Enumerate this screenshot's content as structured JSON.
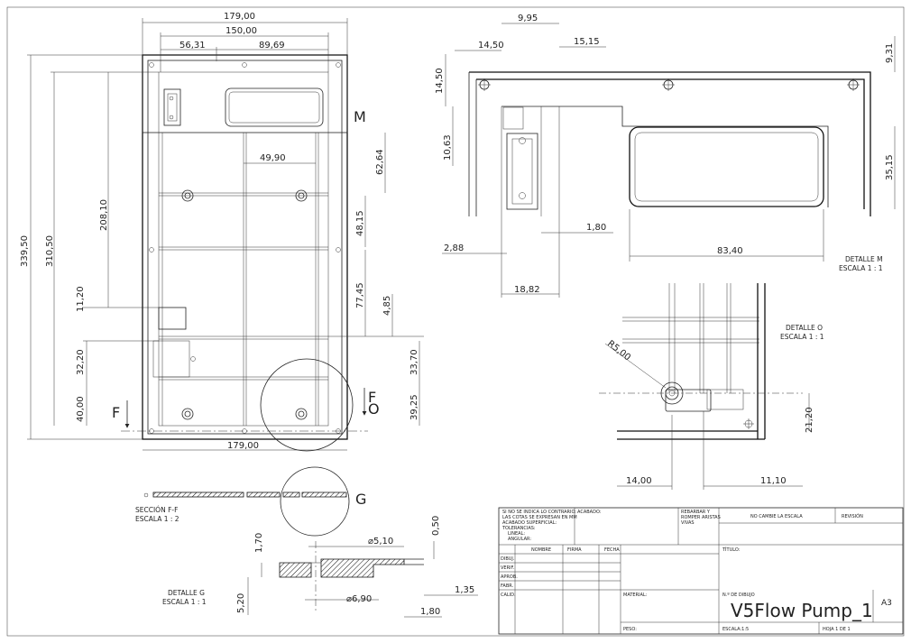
{
  "views": {
    "main": {
      "dims": {
        "overall_width_top": "179,00",
        "inner_width": "150,00",
        "left_offset": "56,31",
        "mid_offset": "89,69",
        "overall_width_bottom": "179,00",
        "rib_gap": "49,90",
        "height_overall": "339,50",
        "height_inner": "310,50",
        "height_208": "208,10",
        "height_11": "11,20",
        "height_32": "32,20",
        "height_40": "40,00",
        "v_62": "62,64",
        "v_48": "48,15",
        "v_77": "77,45",
        "v_4": "4,85",
        "v_33": "33,70",
        "v_39": "39,25"
      },
      "labels": {
        "m": "M",
        "f_left": "F",
        "f_right": "F",
        "o": "O"
      }
    },
    "detail_m": {
      "dims": {
        "d995": "9,95",
        "d1450": "14,50",
        "d1515": "15,15",
        "v1450": "14,50",
        "v931": "9,31",
        "v1063": "10,63",
        "v3515": "35,15",
        "d288": "2,88",
        "d180": "1,80",
        "d8340": "83,40",
        "d1882": "18,82"
      },
      "title": "DETALLE M",
      "scale": "ESCALA 1 : 1"
    },
    "detail_o": {
      "title": "DETALLE O",
      "scale": "ESCALA 1 : 1",
      "dims": {
        "radius": "R5,00",
        "v2120": "21,20",
        "d1400": "14,00",
        "d1110": "11,10"
      }
    },
    "section_ff": {
      "title": "SECCIÓN F-F",
      "scale": "ESCALA 1 : 2",
      "g_label": "G"
    },
    "detail_g": {
      "title": "DETALLE G",
      "scale": "ESCALA 1 : 1",
      "dims": {
        "v170": "1,70",
        "dia510": "⌀5,10",
        "v050": "0,50",
        "h135": "1,35",
        "dia690": "⌀6,90",
        "v520": "5,20",
        "h180": "1,80"
      }
    }
  },
  "title_block": {
    "notes": [
      "SI NO SE INDICA LO CONTRARIO:",
      "LAS COTAS SE EXPRESAN EN MM",
      "ACABADO SUPERFICIAL:",
      "TOLERANCIAS:",
      "LINEAL:",
      "ANGULAR:"
    ],
    "acabado": "ACABADO:",
    "rebarbar": [
      "REBARBAR Y",
      "ROMPER ARISTAS",
      "VIVAS"
    ],
    "no_cambie": "NO CAMBIE LA ESCALA",
    "revision": "REVISIÓN",
    "col_headers": {
      "nombre": "NOMBRE",
      "firma": "FIRMA",
      "fecha": "FECHA"
    },
    "rows": [
      "DIBUJ.",
      "VERIF.",
      "APROB.",
      "FABR.",
      "CALID."
    ],
    "titulo": "TÍTULO:",
    "material": "MATERIAL:",
    "n_dibujo": "N.º DE DIBUJO",
    "drawing_name": "V5Flow Pump_1",
    "size": "A3",
    "peso": "PESO:",
    "escala": "ESCALA:1:5",
    "hoja": "HOJA 1 DE 1"
  }
}
